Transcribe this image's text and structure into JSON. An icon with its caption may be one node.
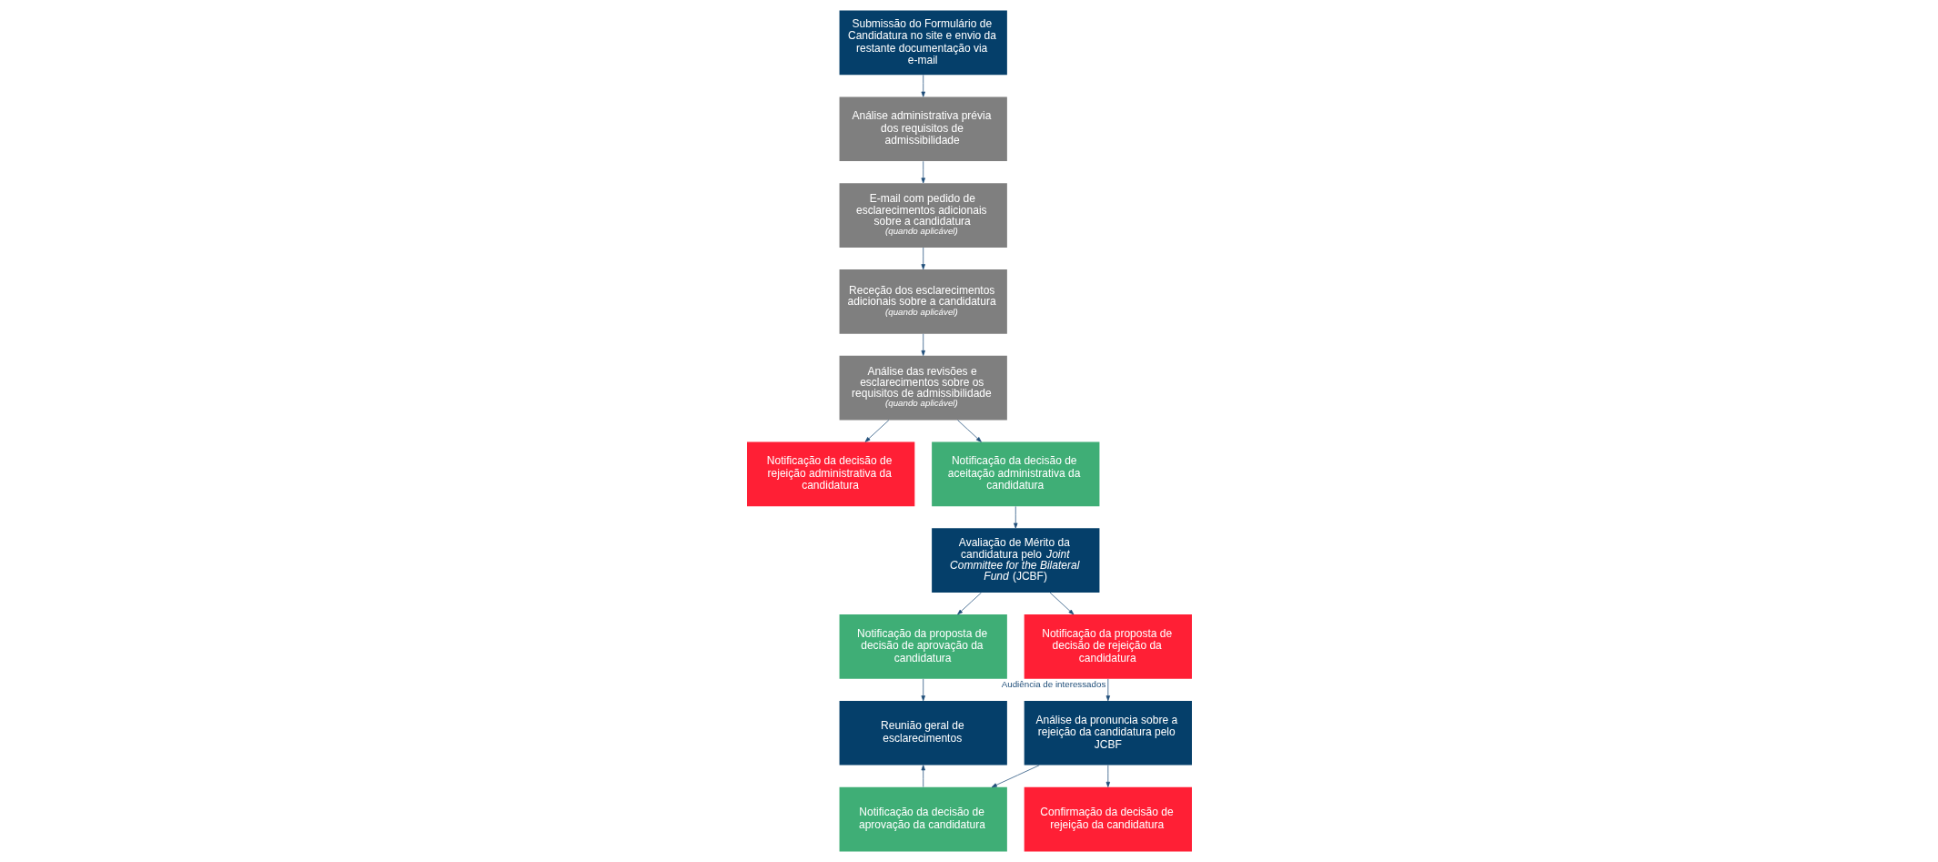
{
  "diagram": {
    "nodes": [
      {
        "text": [
          "Submissão do Formulário de Candidatura no site e envio da restante documentação via e-mail"
        ]
      },
      {
        "text": [
          "Análise administrativa prévia dos requisitos de admissibilidade"
        ]
      },
      {
        "text": [
          "E-mail com pedido de esclarecimentos adicionais sobre a candidatura",
          "(quando aplicável)"
        ]
      },
      {
        "text": [
          "Receção dos esclarecimentos adicionais sobre a candidatura",
          "(quando aplicável)"
        ]
      },
      {
        "text": [
          "Análise das revisões e esclarecimentos sobre os requisitos de admissibilidade",
          "(quando aplicável)"
        ]
      },
      {
        "text": [
          "Notificação da decisão de rejeição administrativa da candidatura"
        ]
      },
      {
        "text": [
          "Notificação da decisão de aceitação administrativa da candidatura"
        ]
      },
      {
        "text": [
          "Avaliação de Mérito da candidatura pelo *Joint Committee for the Bilateral Fund* (JCBF)"
        ]
      },
      {
        "text": [
          "Notificação da proposta de decisão de aprovação da candidatura"
        ]
      },
      {
        "text": [
          "Notificação da proposta de decisão de rejeição da candidatura"
        ]
      },
      {
        "text": [
          "Reunião geral de esclarecimentos"
        ]
      },
      {
        "text": [
          "Análise da pronuncia sobre a rejeição da candidatura pelo JCBF"
        ]
      },
      {
        "text": [
          "Notificação da decisão de aprovação da candidatura"
        ]
      },
      {
        "text": [
          "Confirmação da decisão de rejeição da candidatura"
        ]
      }
    ],
    "edges": [
      {
        "from": 0,
        "to": 1,
        "arrow": "to"
      },
      {
        "from": 1,
        "to": 2,
        "arrow": "to"
      },
      {
        "from": 2,
        "to": 3,
        "arrow": "to"
      },
      {
        "from": 3,
        "to": 4,
        "arrow": "to"
      },
      {
        "from": 4,
        "to": 5,
        "arrow": "to"
      },
      {
        "from": 4,
        "to": 6,
        "arrow": "to"
      },
      {
        "from": 6,
        "to": 7,
        "arrow": "to"
      },
      {
        "from": 7,
        "to": 8,
        "arrow": "to"
      },
      {
        "from": 7,
        "to": 9,
        "arrow": "to"
      },
      {
        "from": 8,
        "to": 10,
        "arrow": "to"
      },
      {
        "from": 9,
        "to": 11,
        "label": "Audiência de interessados",
        "arrow": "to"
      },
      {
        "from": 11,
        "to": 12,
        "arrow": "to"
      },
      {
        "from": 11,
        "to": 13,
        "arrow": "to"
      },
      {
        "from": 12,
        "to": 10,
        "arrow": "to"
      }
    ]
  }
}
